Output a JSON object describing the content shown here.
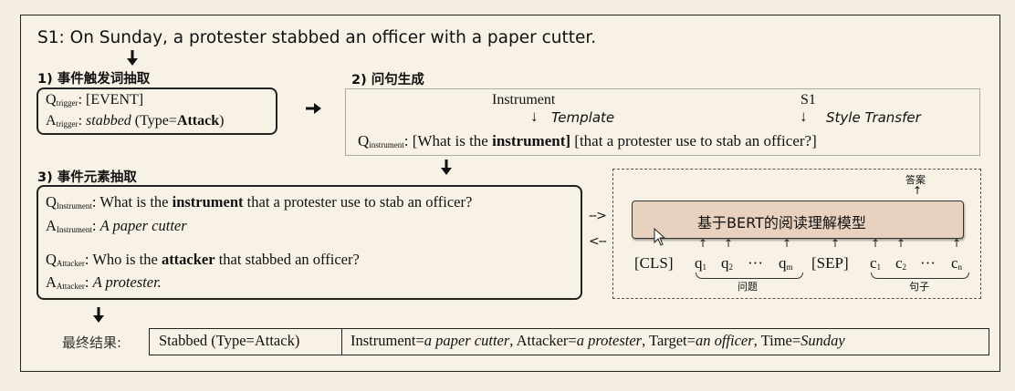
{
  "s1": {
    "text": "S1: On Sunday, a protester stabbed an officer with a paper cutter."
  },
  "step1": {
    "title": "1) 事件触发词抽取",
    "q_prefix": "Q",
    "q_sub": "trigger",
    "q_value": ": [EVENT]",
    "a_prefix": "A",
    "a_sub": "trigger",
    "a_value_italic": "stabbed",
    "a_value_rest": " (Type=",
    "a_value_bold": "Attack",
    "a_value_end": ")"
  },
  "step2": {
    "title": "2) 问句生成",
    "label_instrument": "Instrument",
    "label_template": "Template",
    "label_s1": "S1",
    "label_style": "Style Transfer",
    "q_prefix": "Q",
    "q_sub": "instrument",
    "q_part1": ": [What is the ",
    "q_bold": "instrument]",
    "q_part2": " [that a protester use to stab an officer?]"
  },
  "step3": {
    "title": "3) 事件元素抽取",
    "q1_prefix": "Q",
    "q1_sub": "Instrument",
    "q1_text_a": ": What is the ",
    "q1_bold": "instrument",
    "q1_text_b": " that a protester use to stab an officer?",
    "a1_prefix": "A",
    "a1_sub": "Instrument",
    "a1_text": ": ",
    "a1_italic": "A paper cutter",
    "q2_prefix": "Q",
    "q2_sub": "Attacker",
    "q2_text_a": ": Who is the ",
    "q2_bold": "attacker",
    "q2_text_b": " that stabbed an officer?",
    "a2_prefix": "A",
    "a2_sub": "Attacker",
    "a2_text": ": ",
    "a2_italic": "A protester."
  },
  "bert": {
    "answer_label": "答案",
    "model_label": "基于BERT的阅读理解模型",
    "cls": "[CLS]",
    "q1": "q",
    "q1_sub": "1",
    "q2": "q",
    "q2_sub": "2",
    "dots1": "···",
    "qm": "q",
    "qm_sub": "m",
    "sep": "[SEP]",
    "c1": "c",
    "c1_sub": "1",
    "c2": "c",
    "c2_sub": "2",
    "dots2": "···",
    "cn": "c",
    "cn_sub": "n",
    "question_label": "问题",
    "sentence_label": "句子"
  },
  "result": {
    "label": "最终结果:",
    "event": "Stabbed (Type=Attack)",
    "args_a": "Instrument=",
    "args_a_i": "a paper cutter",
    "args_b": ", Attacker=",
    "args_b_i": "a protester",
    "args_c": ", Target=",
    "args_c_i": "an officer",
    "args_d": ", Time=",
    "args_d_i": "Sunday"
  }
}
